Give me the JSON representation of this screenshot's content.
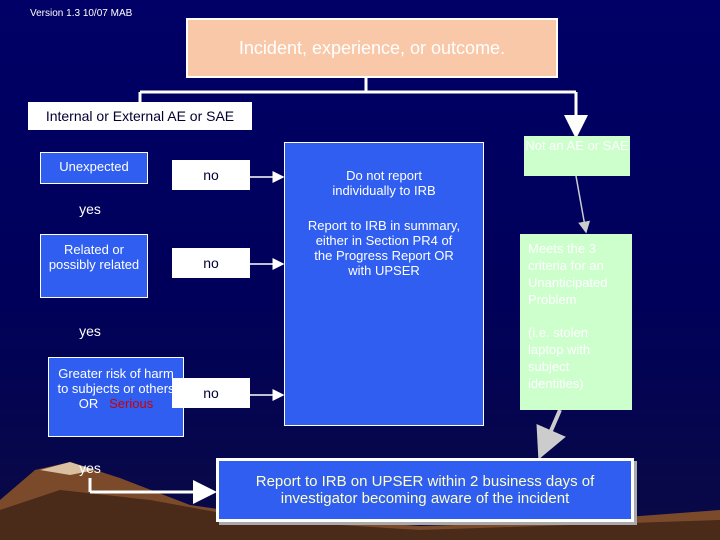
{
  "header": {
    "version": "Version 1.3 10/07 MAB"
  },
  "title": "Incident, experience, or outcome.",
  "branch_ae": "Internal  or External AE or SAE",
  "branch_not_ae": "Not an AE or SAE",
  "questions": {
    "unexpected": "Unexpected",
    "related": "Related or possibly related",
    "greater_risk": "Greater risk of harm to subjects or others",
    "or_label": "OR",
    "serious": "Serious"
  },
  "answers": {
    "yes": "yes",
    "no": "no"
  },
  "outcomes": {
    "do_not_report": "Do not report individually to IRB",
    "report_summary": "Report to IRB  in summary, either in Section PR4 of the Progress Report OR with UPSER",
    "report_upser": "Report to IRB on UPSER within 2 business days of investigator becoming aware of the incident"
  },
  "green_box": {
    "criteria": "Meets the 3 criteria for an Unanticipated Problem",
    "example": "(i.e. stolen laptop with subject identities)"
  },
  "colors": {
    "background": "#000066",
    "title_fill": "#f8c8a8",
    "blue_box": "#2f5ef0",
    "green_box": "#ccffcc",
    "serious_text": "#cc0000"
  }
}
